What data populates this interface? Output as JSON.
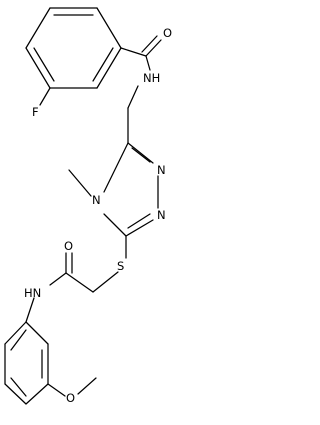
{
  "molecule": {
    "atom_labels": {
      "oxygen_amide_top": "O",
      "fluorine": "F",
      "nh_top": "NH",
      "n_triazole_upper": "N",
      "n_triazole_lower": "N",
      "n_triazole_methyl": "N",
      "sulfur": "S",
      "oxygen_amide_bottom": "O",
      "hn_anilide": "HN",
      "oxygen_methoxy": "O"
    },
    "colors": {
      "bonds": "#000000",
      "labels": "#000000",
      "background": "#ffffff"
    }
  }
}
